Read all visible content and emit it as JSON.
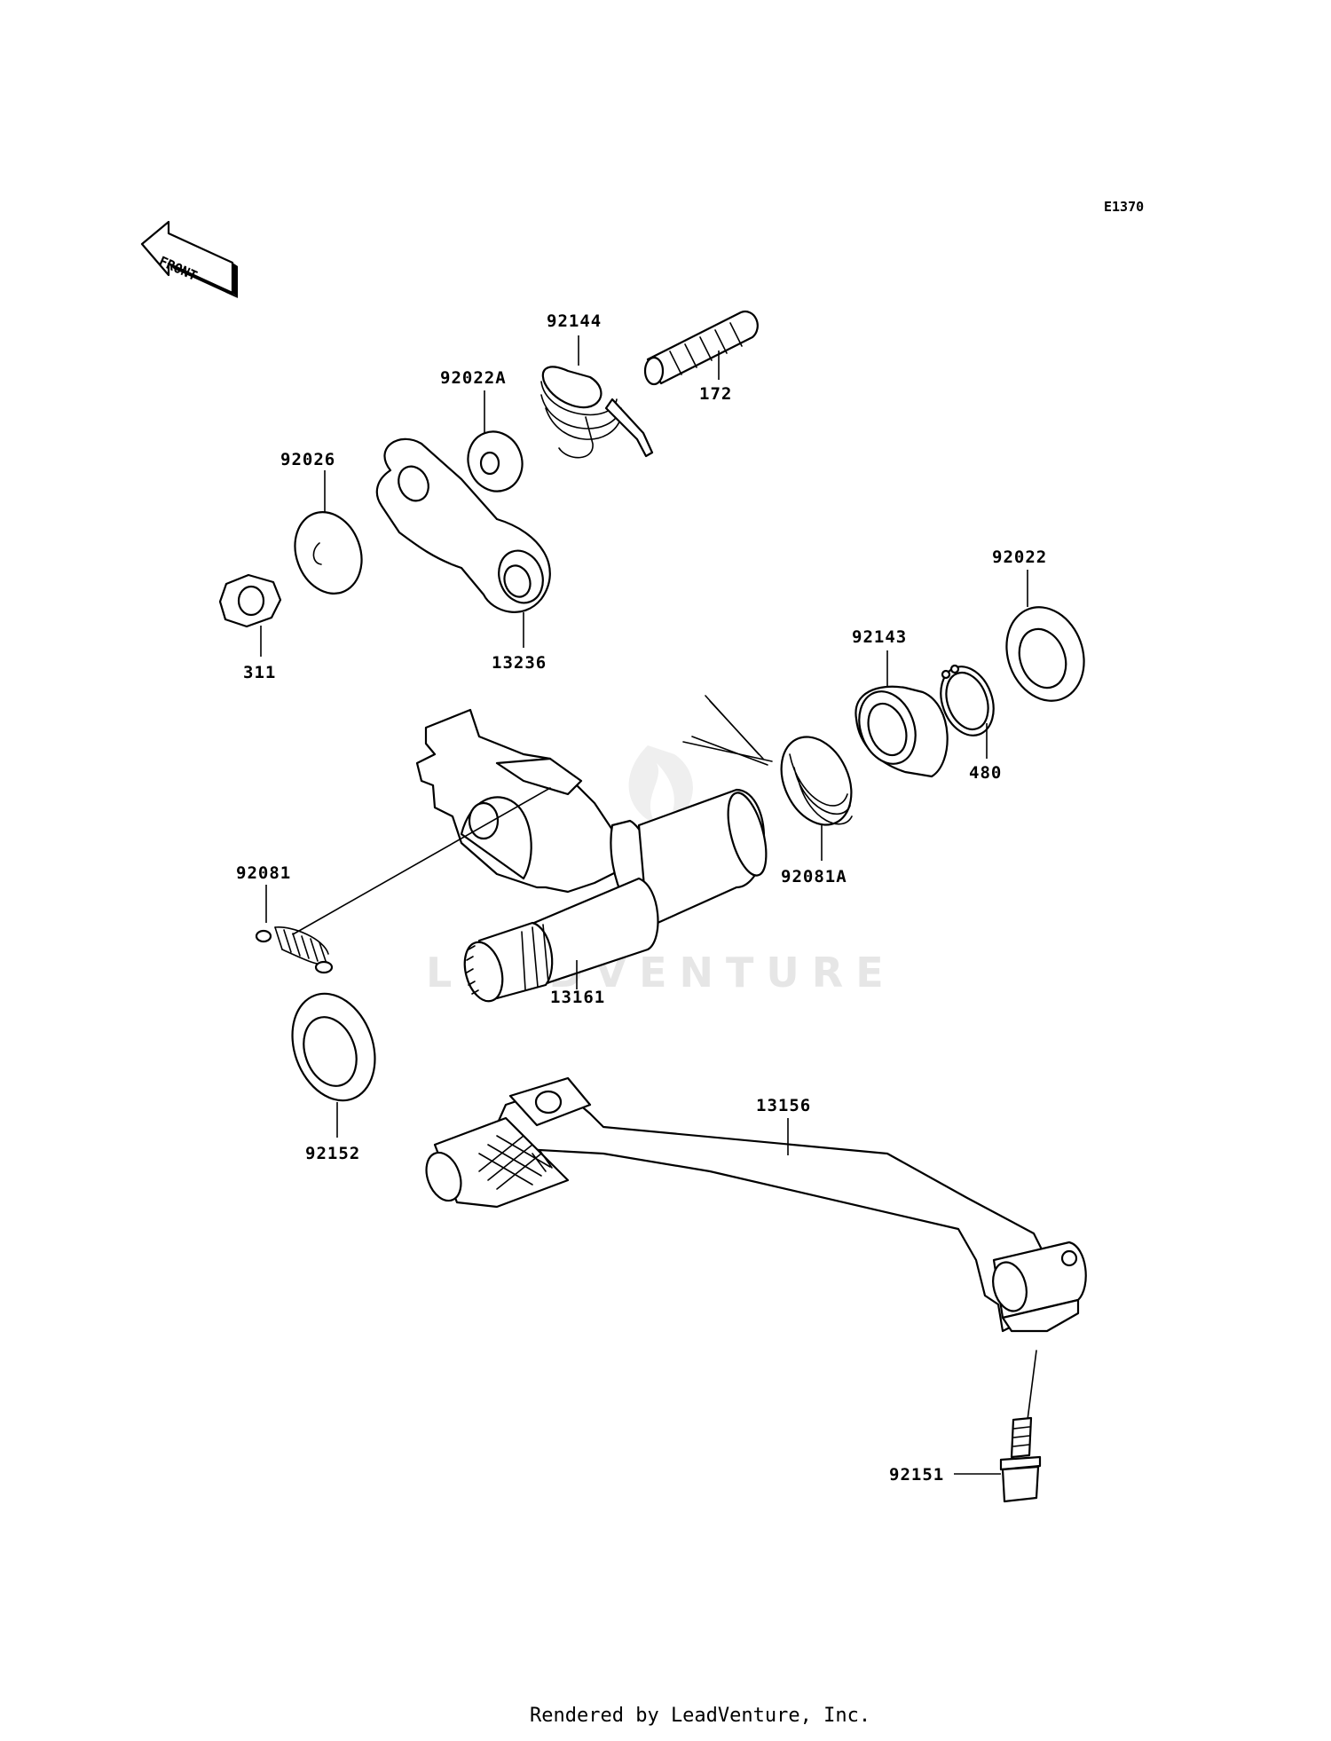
{
  "diagram_code": "E1370",
  "front_marker": "FRONT",
  "watermark": "LEADVENTURE",
  "footer": "Rendered by LeadVenture, Inc.",
  "parts": {
    "p92144": "92144",
    "p172": "172",
    "p92022A": "92022A",
    "p92026": "92026",
    "p311": "311",
    "p13236": "13236",
    "p92022": "92022",
    "p92143": "92143",
    "p480": "480",
    "p92081A": "92081A",
    "p92081": "92081",
    "p13161": "13161",
    "p92152": "92152",
    "p13156": "13156",
    "p92151": "92151"
  }
}
